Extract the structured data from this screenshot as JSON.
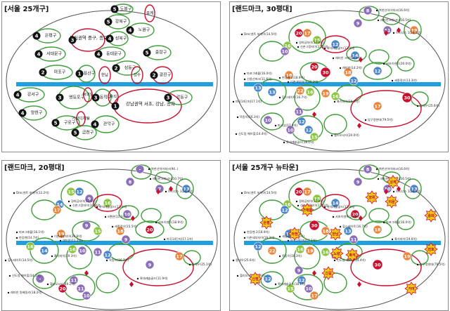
{
  "colors": {
    "green": "#3f9e3a",
    "red": "#c8102e",
    "river": "#1ea0e0",
    "black": "#111111",
    "blue": "#4a86c8",
    "purple": "#8b6fb8",
    "orange": "#e8853a",
    "lime": "#8cc63f",
    "teal": "#2aa79b",
    "star": "#f5c518"
  },
  "panels": [
    {
      "title": "[서울 25개구]",
      "districts": [
        {
          "label": "도봉구",
          "num": "5"
        },
        {
          "label": "노원구",
          "num": "4"
        },
        {
          "label": "강북구",
          "num": "5"
        },
        {
          "label": "중계",
          "num": ""
        },
        {
          "label": "은평구",
          "num": "4"
        },
        {
          "label": "도심권역\n중구, 종로구",
          "num": "3"
        },
        {
          "label": "성북구",
          "num": "4"
        },
        {
          "label": "서대문구",
          "num": "4"
        },
        {
          "label": "동대문구",
          "num": "4"
        },
        {
          "label": "중랑구",
          "num": "5"
        },
        {
          "label": "마포구",
          "num": "2"
        },
        {
          "label": "용산구",
          "num": "1"
        },
        {
          "label": "한남",
          "num": ""
        },
        {
          "label": "성동구",
          "num": "2"
        },
        {
          "label": "성수",
          "num": ""
        },
        {
          "label": "광진구",
          "num": "2"
        },
        {
          "label": "강서구",
          "num": "4"
        },
        {
          "label": "영등포구",
          "num": "3"
        },
        {
          "label": "여의도",
          "num": ""
        },
        {
          "label": "동작구",
          "num": "3"
        },
        {
          "label": "흑석",
          "num": ""
        },
        {
          "label": "강남권역\n서초, 강남, 송파",
          "num": "1"
        },
        {
          "label": "강동구",
          "num": "3"
        },
        {
          "label": "양천구",
          "num": "4"
        },
        {
          "label": "구로구",
          "num": "5"
        },
        {
          "label": "가산디지털",
          "num": ""
        },
        {
          "label": "금천구",
          "num": "5"
        },
        {
          "label": "관악구",
          "num": "4"
        }
      ]
    },
    {
      "title": "[랜드마크, 30평대]",
      "nums": [
        "8",
        "9",
        "11",
        "17",
        "20",
        "15",
        "16",
        "10",
        "12",
        "14",
        "20",
        "30",
        "18",
        "12",
        "18",
        "13",
        "22",
        "16",
        "19",
        "16",
        "10",
        "12",
        "12",
        "10",
        "15",
        "17",
        "30",
        "19",
        "13",
        "12",
        "11"
      ],
      "labels": [
        "복한산아이파크(16.6억)",
        "래미안크레시티(16.5억)",
        "트리너스 1(20.1억)",
        "Dmc센트 포자이(14.5억)",
        "경희궁자이(17.0억)",
        "신촌그랑자이(17.5억)",
        "롯데캐슬골드(12.4억)",
        "래미안 크레(14.3억)",
        "서초이센트(20.0억)",
        "마포그래블(16.0억)",
        "신용산파크(11.6억)",
        "한강벤 2(18.9억)",
        "이촌세부자이(19.3억)",
        "래미안(14.2억)",
        "세종정산(13.3억)",
        "마곡14단지(17.1억)",
        "힐스테이트(16.7억)",
        "흑석자이(19.6억)",
        "용대우(25.6억)",
        "목동이(16.3억)",
        "파크뷰(17.4억)",
        "신도림 해브힐(14.4억)",
        "압구정현대(79.5억)",
        "헬리오시티(20.0억)",
        "롯데캐슬골드(18.1억)"
      ]
    },
    {
      "title": "[랜드마크, 20평대]",
      "nums": [
        "-",
        "8",
        "7",
        "12",
        "15",
        "9",
        "14",
        "17",
        "16",
        "10",
        "9",
        "15",
        "19",
        "20",
        "18",
        "14",
        "16",
        "10",
        "11",
        "12",
        "-",
        "11",
        "11",
        "20",
        "10",
        "9",
        "17",
        "13",
        "16",
        "9"
      ],
      "labels": [
        "북한산아이파크(94..)",
        "래미안크레시티(10.7억)",
        "트리너스 1(20.8억)",
        "Dmc센트 포자이(12.2억)",
        "경희궁자이(17.1억)",
        "신촌그랑자이(16.9억)",
        "롯데캐슬골드(12.4억)",
        "e편한(11.1억)",
        "서초이센트(18.9억)",
        "마포그래블(16.1억)",
        "한강벤(14.7억)",
        "이촌세부자이(20.8억)",
        "래미안(11.2억)",
        "세종정산(15.5억)",
        "마곡14단지(17.1억)",
        "힐스테이트(14.5억)",
        "흑석자이(19.3억)",
        "목동이(16.7억)",
        "용대우(25.1억)",
        "신도림 해브힐(14.1억)",
        "헬리오시티(19.2억)",
        "래미안 원베일리(18.2억)",
        "롯데캐슬골드(11.9억)"
      ]
    },
    {
      "title": "[서울 25개구 뉴타운]",
      "nums": [
        "8",
        "9",
        "10",
        "17",
        "20",
        "15",
        "16",
        "12",
        "14",
        "20",
        "30",
        "18",
        "12",
        "18",
        "13",
        "22",
        "16",
        "19",
        "16",
        "10",
        "12",
        "12",
        "10",
        "15",
        "17",
        "30",
        "19",
        "13",
        "12",
        "11",
        "9"
      ],
      "stars": [
        "상계",
        "중화",
        "장위",
        "은평",
        "아현",
        "노량",
        "흑석",
        "이문",
        "신정",
        "한남",
        "신길",
        "거여",
        "천호",
        "가재울"
      ],
      "labels": [
        "북한산아이파크(16.6억)",
        "래미안크레시티(16.5억)",
        "트리너스 1(20.1억)",
        "Dmc센트 포자이(14.5억)",
        "경희궁자이(17.0억)",
        "신촌그랑자이(17.5억)",
        "롯데캐슬골드(12.4억)",
        "서초이센트(20.0억)",
        "마포그래블(16.0억)",
        "한강벤 2(18.9억)",
        "이촌세부자이(19.3억)",
        "세종정산(13.3억)",
        "마곡14단지(17.1억)",
        "힐스테이트(16.7억)",
        "흑석자이(19.6억)",
        "용대우(25.6억)",
        "목동이(16.3억)",
        "신도림 해브힐(14.4억)",
        "압구정현대(79.5억)",
        "헬리오시티(20.0억)",
        "롯데캐슬골드(18.1억)"
      ]
    }
  ]
}
